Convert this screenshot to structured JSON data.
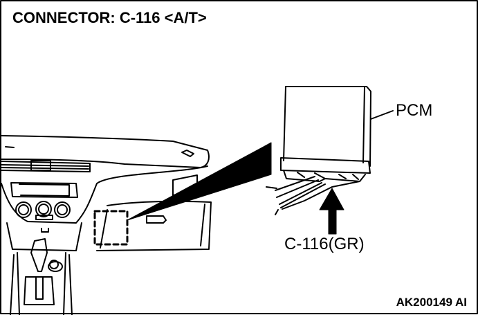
{
  "title": "CONNECTOR: C-116 <A/T>",
  "labels": {
    "pcm": "PCM",
    "connector": "C-116(GR)"
  },
  "figure_code": "AK200149 AI"
}
